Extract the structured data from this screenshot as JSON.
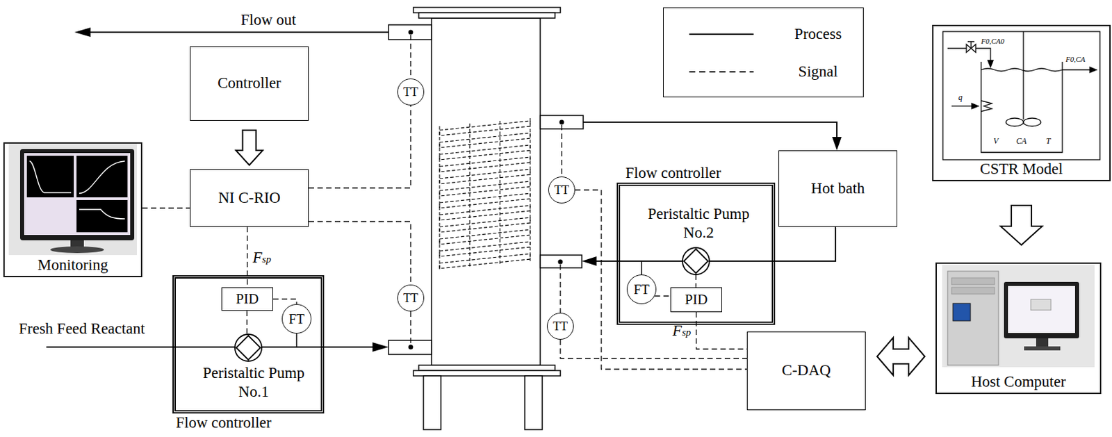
{
  "diagram": {
    "nodes": [
      {
        "text": [
          "Monitoring"
        ]
      },
      {
        "text": [
          "Controller"
        ]
      },
      {
        "text": [
          "NI C-RIO"
        ]
      },
      {
        "text": [
          "Flow controller"
        ]
      },
      {
        "text": [
          "PID"
        ],
        "in": 3
      },
      {
        "text": [
          "FT"
        ],
        "in": 3
      },
      {
        "text": [
          "TT"
        ]
      },
      {
        "text": [
          "TT"
        ]
      },
      {
        "text": [
          "TT"
        ]
      },
      {
        "text": [
          "TT"
        ]
      },
      {
        "text": [
          "Hot bath"
        ]
      },
      {
        "text": [
          "Flow controller"
        ]
      },
      {
        "text": [
          "PID"
        ],
        "in": 11
      },
      {
        "text": [
          "FT"
        ],
        "in": 11
      },
      {
        "text": [
          "C-DAQ"
        ]
      },
      {
        "text": [
          "CSTR Model"
        ]
      },
      {
        "text": [
          "Host Computer"
        ]
      }
    ],
    "edges": [
      {
        "from": 1,
        "to": 2,
        "arrow": "to"
      },
      {
        "from": 0,
        "to": 2,
        "arrow": "none"
      },
      {
        "from": 2,
        "to": 6,
        "arrow": "none"
      },
      {
        "from": 2,
        "to": 7,
        "arrow": "none"
      },
      {
        "from": 2,
        "to": 4,
        "label": "Fsp",
        "arrow": "none"
      },
      {
        "from": 4,
        "to": 5,
        "arrow": "none"
      },
      {
        "from": 8,
        "to": 14,
        "arrow": "none"
      },
      {
        "from": 9,
        "to": 14,
        "arrow": "none"
      },
      {
        "from": 12,
        "to": 14,
        "label": "Fsp",
        "arrow": "none"
      },
      {
        "from": 13,
        "to": 12,
        "arrow": "none"
      },
      {
        "from": 14,
        "to": 16,
        "arrow": "both"
      },
      {
        "from": 15,
        "to": 16,
        "arrow": "to"
      }
    ],
    "labels": [
      "Flow out",
      "Fresh Feed Reactant",
      "Peristaltic Pump No.1",
      "Peristaltic Pump No.2",
      "F0,CA0",
      "q",
      "F0,CA",
      "V",
      "CA",
      "T"
    ],
    "legend": [
      {
        "text": "Process"
      },
      {
        "text": "Signal"
      }
    ]
  }
}
